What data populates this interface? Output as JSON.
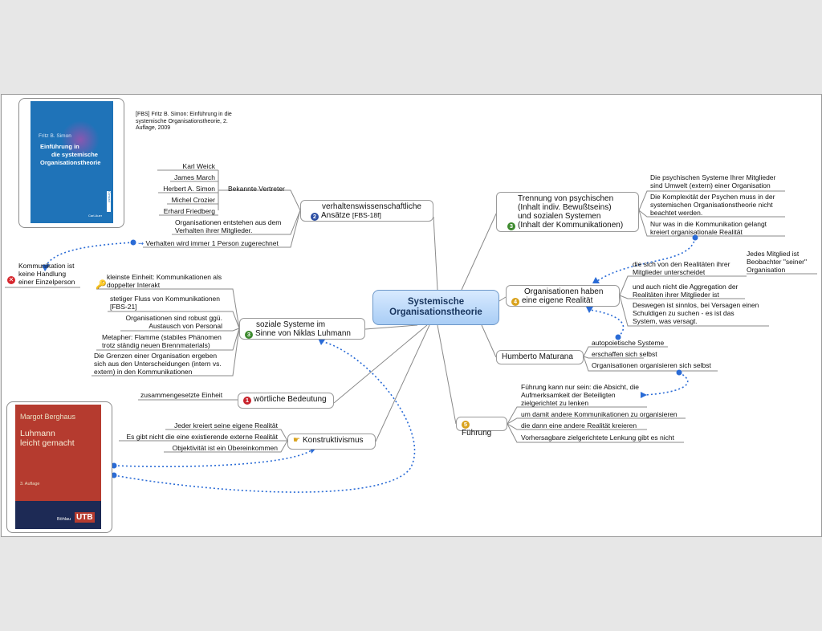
{
  "central": {
    "line1": "Systemische",
    "line2": "Organisationstheorie"
  },
  "colors": {
    "accent": "#2a6bd6",
    "central_fill": "#bcd9f7",
    "connector": "#888888"
  },
  "book1": {
    "citation": "[FBS] Fritz B. Simon: Einführung in die systemische Organisationstheorie, 2. Auflage, 2009",
    "author": "Fritz B. Simon",
    "title_line1": "Einführung in",
    "title_line2": "die systemische",
    "title_line3": "Organisationstheorie",
    "publisher": "Carl-Auer",
    "series": "Compact"
  },
  "book2": {
    "author": "Margot Berghaus",
    "title_line1": "Luhmann",
    "title_line2": "leicht gemacht",
    "edition": "3. Auflage",
    "publisher": "Böhlau",
    "logo": "UTB"
  },
  "verhalten": {
    "badge": "2",
    "line1": "verhaltenswissenschaftliche",
    "line2": "Ansätze",
    "ref": "[FBS-18f]",
    "bekannte": "Bekannte Vertreter",
    "vertreter": [
      "Karl Weick",
      "James March",
      "Herbert A. Simon",
      "Michel Crozier",
      "Erhard Friedberg"
    ],
    "organisationen_1": "Organisationen entstehen aus dem",
    "organisationen_2": "Verhalten ihrer Mitglieder.",
    "person": "Verhalten wird immer 1 Person zugerechnet"
  },
  "kommunikation": {
    "line1": "Kommunikation ist",
    "line2": "keine Handlung",
    "line3": "einer Einzelperson"
  },
  "soziale": {
    "badge": "3",
    "line1": "soziale Systeme im",
    "line2": "Sinne von Niklas Luhmann",
    "kleinste_1": "kleinste Einheit: Kommunikationen als",
    "kleinste_2": "doppelter Interakt",
    "fluss_1": "stetiger Fluss von Kommunikationen",
    "fluss_2": "[FBS-21]",
    "robust_1": "Organisationen sind robust ggü.",
    "robust_2": "Austausch von Personal",
    "flamme_1": "Metapher: Flamme (stabiles Phänomen",
    "flamme_2": "trotz ständig neuen Brennmaterials)",
    "grenzen_1": "Die Grenzen einer Organisation ergeben",
    "grenzen_2": "sich aus den Unterscheidungen (intern vs.",
    "grenzen_3": "extern) in den Kommunikationen"
  },
  "woertlich": {
    "badge": "1",
    "label": "wörtliche Bedeutung",
    "child": "zusammengesetzte Einheit"
  },
  "konstruktivismus": {
    "label": "Konstruktivismus",
    "children": [
      "Jeder kreiert seine eigene Realität",
      "Es gibt nicht die eine existierende externe Realität",
      "Objektivität ist ein Übereinkommen"
    ]
  },
  "trennung": {
    "badge": "3",
    "line1": "Trennung von psychischen",
    "line2": "(Inhalt indiv. Bewußtseins)",
    "line3": "und sozialen Systemen",
    "line4": "(Inhalt der Kommunikationen)",
    "c1_1": "Die psychischen Systeme Ihrer Mitglieder",
    "c1_2": "sind Umwelt (extern) einer Organisation",
    "c2_1": "Die Komplexität der Psychen muss in der",
    "c2_2": "systemischen Organisationstheorie nicht",
    "c2_3": "beachtet werden.",
    "c3_1": "Nur was in die Kommunikation gelangt",
    "c3_2": "kreiert organisationale Realität"
  },
  "realitaet": {
    "badge": "4",
    "line1": "Organisationen haben",
    "line2": "eine eigene Realität",
    "c1_1": "die sich von den Realitäten ihrer",
    "c1_2": "Mitglieder unterscheidet",
    "beobachter_1": "Jedes Mitglied ist",
    "beobachter_2": "Beobachter \"seiner\"",
    "beobachter_3": "Organisation",
    "c2_1": "und auch nicht die Aggregation der",
    "c2_2": "Realitäten ihrer Mitglieder ist",
    "c3_1": "Deswegen ist sinnlos, bei Versagen einen",
    "c3_2": "Schuldigen zu suchen - es ist das",
    "c3_3": "System, was versagt."
  },
  "maturana": {
    "label": "Humberto Maturana",
    "children": [
      "autopoietische Systeme",
      "erschaffen sich selbst",
      "Organisationen organisieren sich selbst"
    ]
  },
  "fuehrung": {
    "badge": "5",
    "label": "Führung",
    "c1_1": "Führung kann nur sein: die Absicht, die",
    "c1_2": "Aufmerksamkeit der Beteiligten",
    "c1_3": "zielgerichtet zu lenken",
    "c2": "um damit andere Kommunikationen zu organisieren",
    "c3": "die dann eine andere Realität kreieren",
    "c4": "Vorhersagbare zielgerichtete Lenkung gibt es nicht"
  }
}
